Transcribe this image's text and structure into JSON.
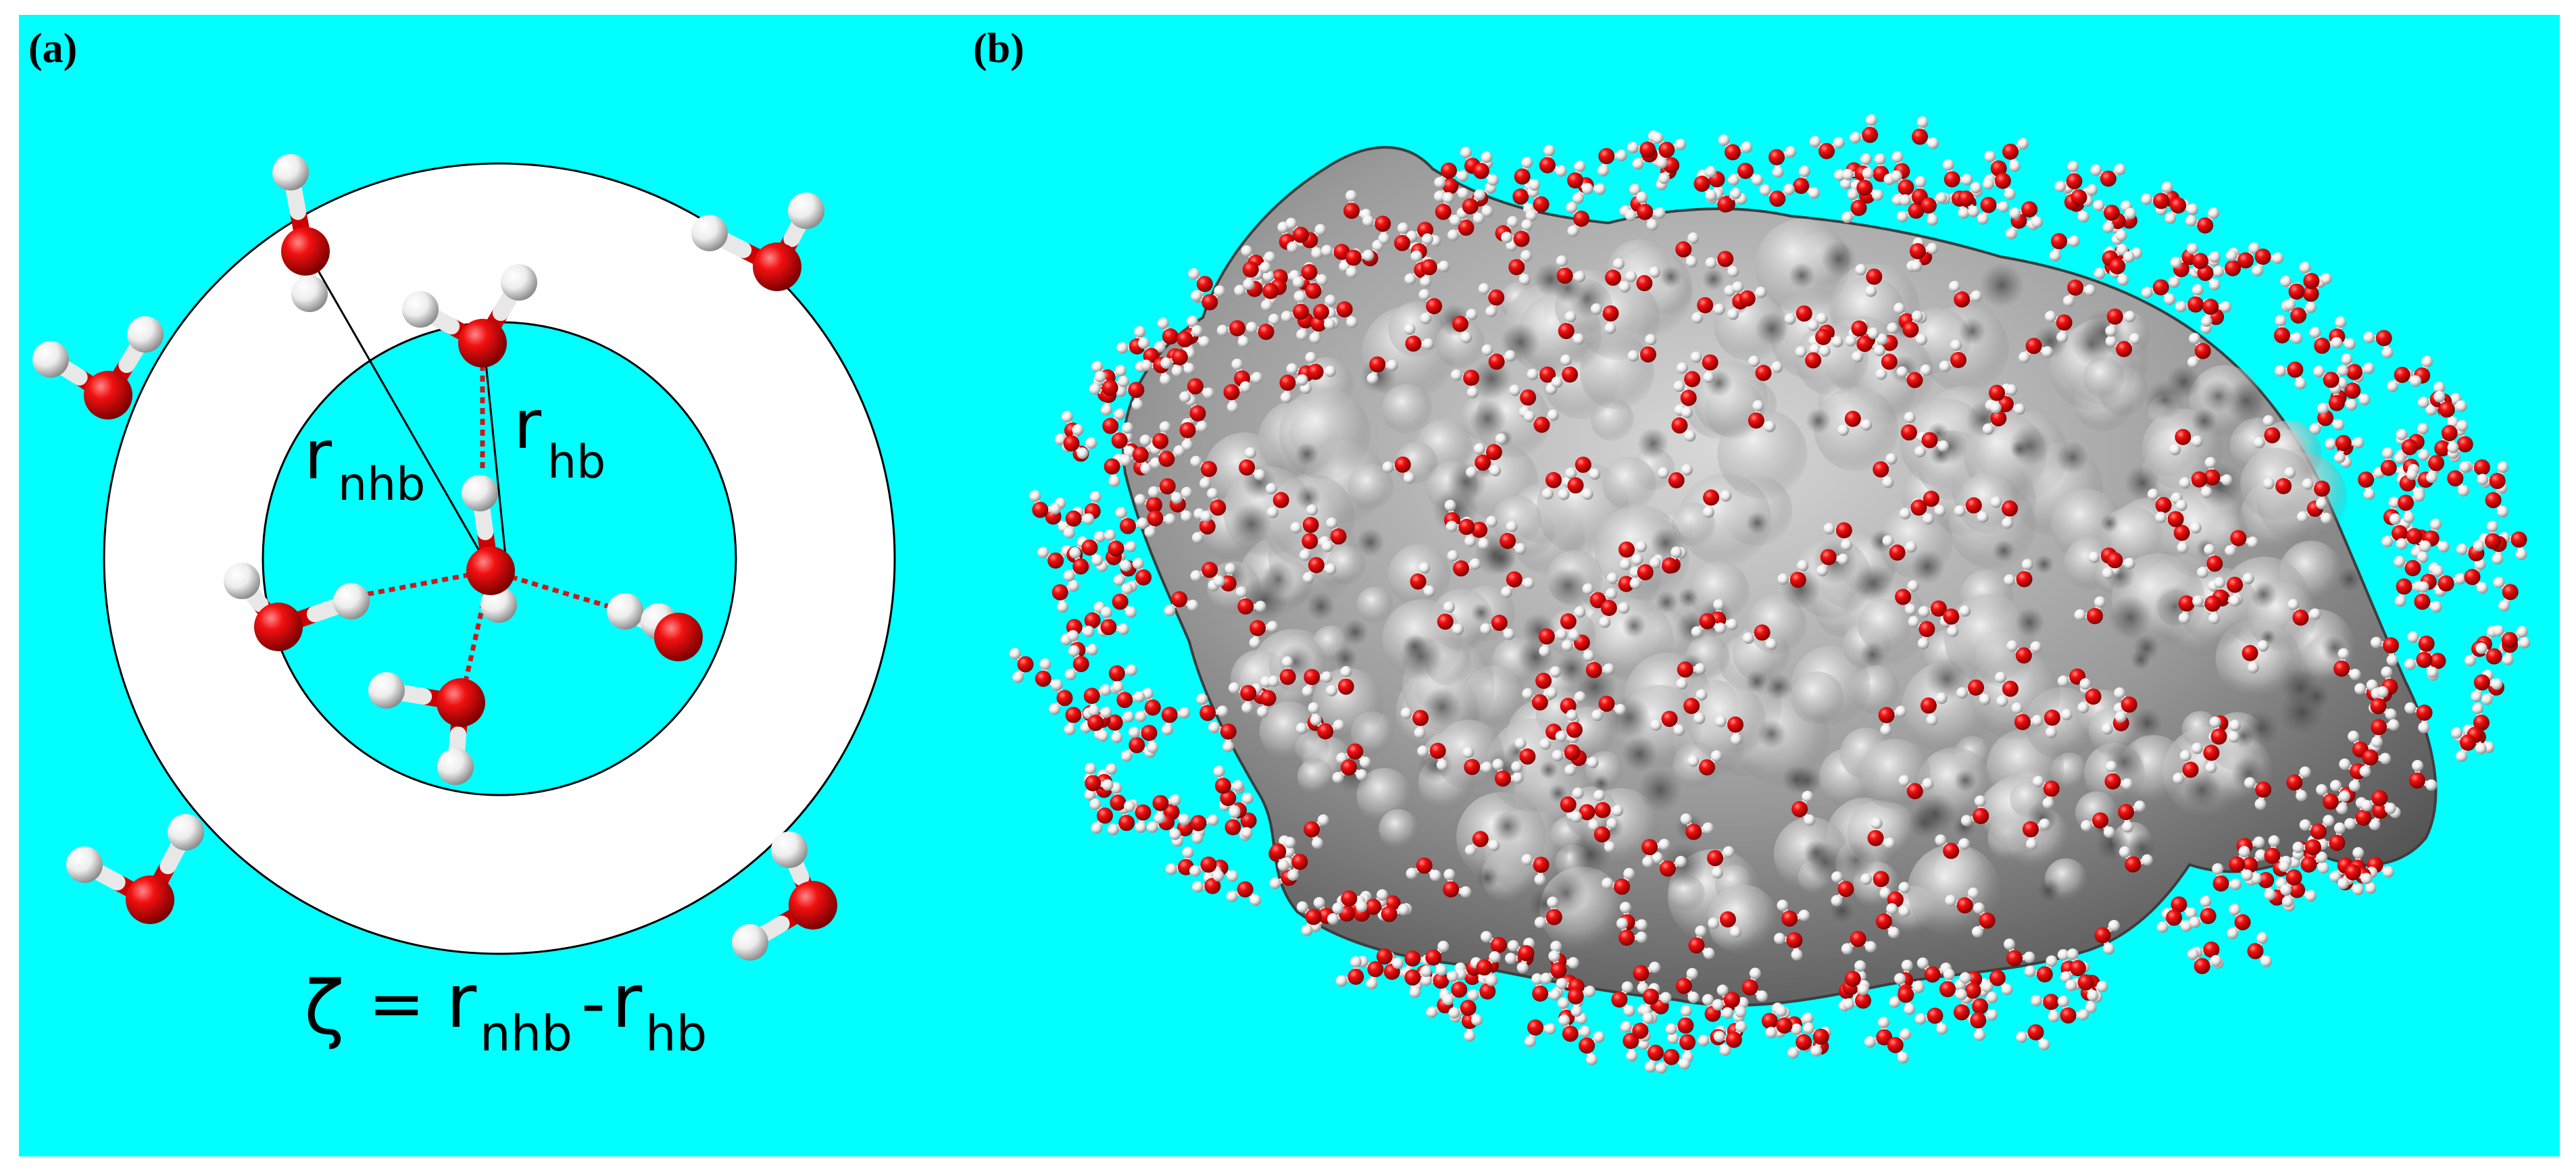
{
  "panel_a": {
    "label": "(a)",
    "r_symbol": "r",
    "nhb_subscript": "nhb",
    "hb_subscript": "hb",
    "equation": {
      "zeta": "ζ",
      "equals": "=",
      "r1": "r",
      "sub1": "nhb",
      "minus": "-",
      "r2": "r",
      "sub2": "hb"
    }
  },
  "panel_b": {
    "label": "(b)"
  },
  "colors": {
    "background": "#00ffff",
    "oxygen": "#e00000",
    "hydrogen": "#f0f0f0",
    "shell": "#ffffff",
    "protein_surface": "#8f8f8f",
    "hbond_line": "#cc1a1a"
  }
}
